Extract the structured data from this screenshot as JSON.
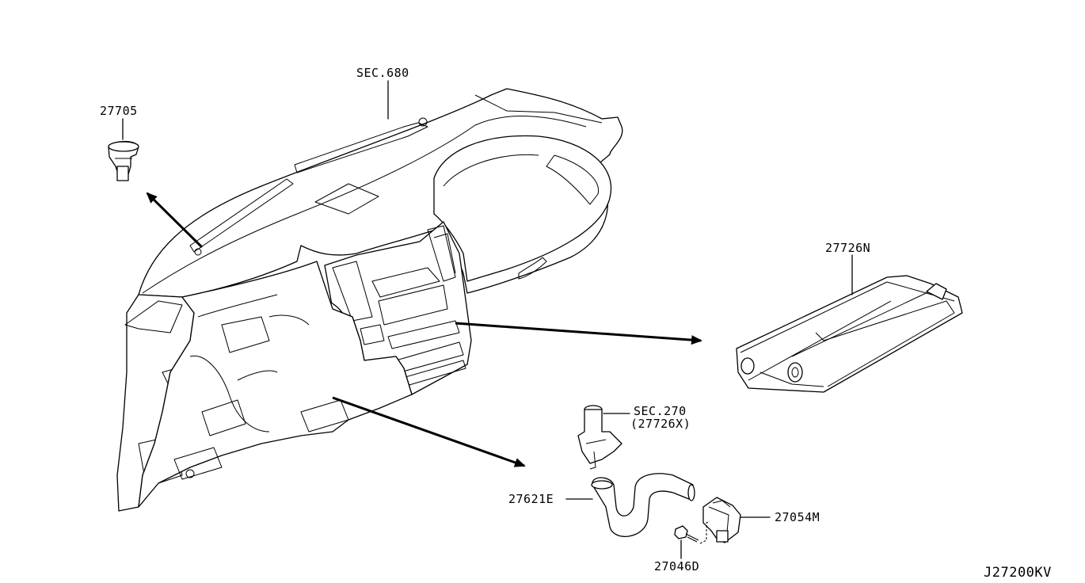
{
  "labels": {
    "sec680": "SEC.680",
    "p27705": "27705",
    "p27726N": "27726N",
    "sec270": "SEC.270",
    "sec270_sub": "(27726X)",
    "p27621E": "27621E",
    "p27054M": "27054M",
    "p27046D": "27046D",
    "diagram_code": "J27200KV"
  }
}
